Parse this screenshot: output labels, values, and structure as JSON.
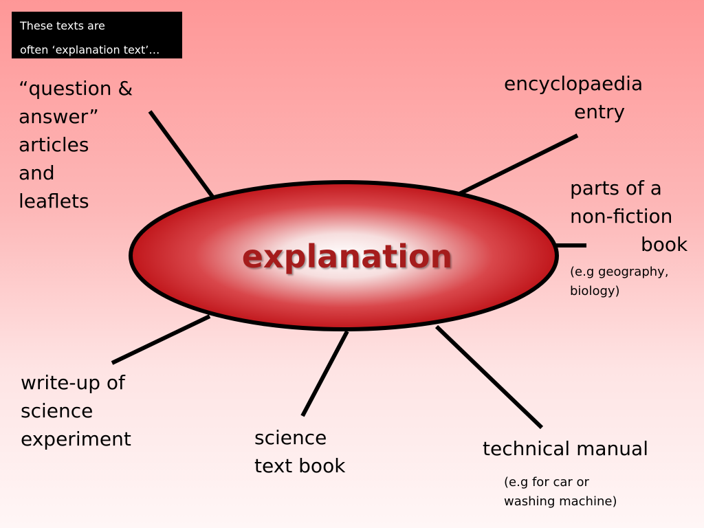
{
  "note": {
    "line1": "These texts are",
    "line2": "often ‘explanation text’…"
  },
  "center_label": "explanation",
  "branches": {
    "qa": [
      "“question &",
      "answer”",
      "articles",
      "and",
      "leaflets"
    ],
    "encyclopaedia": [
      "encyclopaedia",
      "entry"
    ],
    "parts": [
      "parts of a",
      "non-fiction",
      "book"
    ],
    "parts_note": [
      "(e.g geography,",
      "biology)"
    ],
    "writeup": [
      "write-up of",
      "science",
      "experiment"
    ],
    "science": [
      "science",
      "text book"
    ],
    "technical": "technical manual",
    "technical_note": [
      "(e.g for car or",
      "washing machine)"
    ]
  },
  "colors": {
    "ellipse_edge": "#c0161b",
    "ellipse_center": "#ffffff",
    "center_text": "#a51c1c",
    "lines": "#000000"
  }
}
